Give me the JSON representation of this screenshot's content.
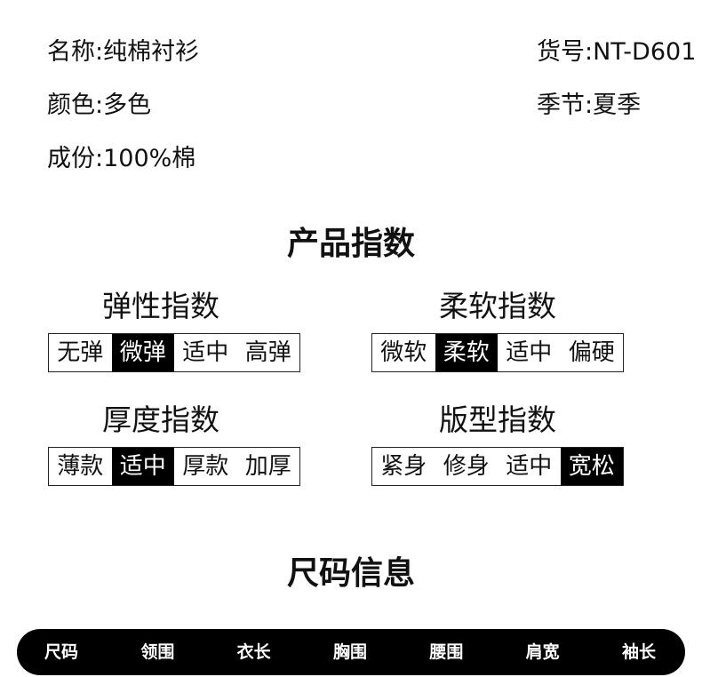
{
  "product_info": {
    "name": "名称:纯棉衬衫",
    "item_no": "货号:NT-D601",
    "color": "颜色:多色",
    "season": "季节:夏季",
    "material": "成份:100%棉"
  },
  "indices": {
    "section_title": "产品指数",
    "elasticity": {
      "title": "弹性指数",
      "options": [
        "无弹",
        "微弹",
        "适中",
        "高弹"
      ],
      "selected": "微弹"
    },
    "softness": {
      "title": "柔软指数",
      "options": [
        "微软",
        "柔软",
        "适中",
        "偏硬"
      ],
      "selected": "柔软"
    },
    "thickness": {
      "title": "厚度指数",
      "options": [
        "薄款",
        "适中",
        "厚款",
        "加厚"
      ],
      "selected": "适中"
    },
    "fit": {
      "title": "版型指数",
      "options": [
        "紧身",
        "修身",
        "适中",
        "宽松"
      ],
      "selected": "宽松"
    }
  },
  "size_info": {
    "section_title": "尺码信息",
    "columns": [
      "尺码",
      "领围",
      "衣长",
      "胸围",
      "腰围",
      "肩宽",
      "袖长"
    ]
  },
  "colors": {
    "text": "#111111",
    "active_bg": "#000000",
    "active_text": "#ffffff",
    "bar_bg": "#000000"
  }
}
